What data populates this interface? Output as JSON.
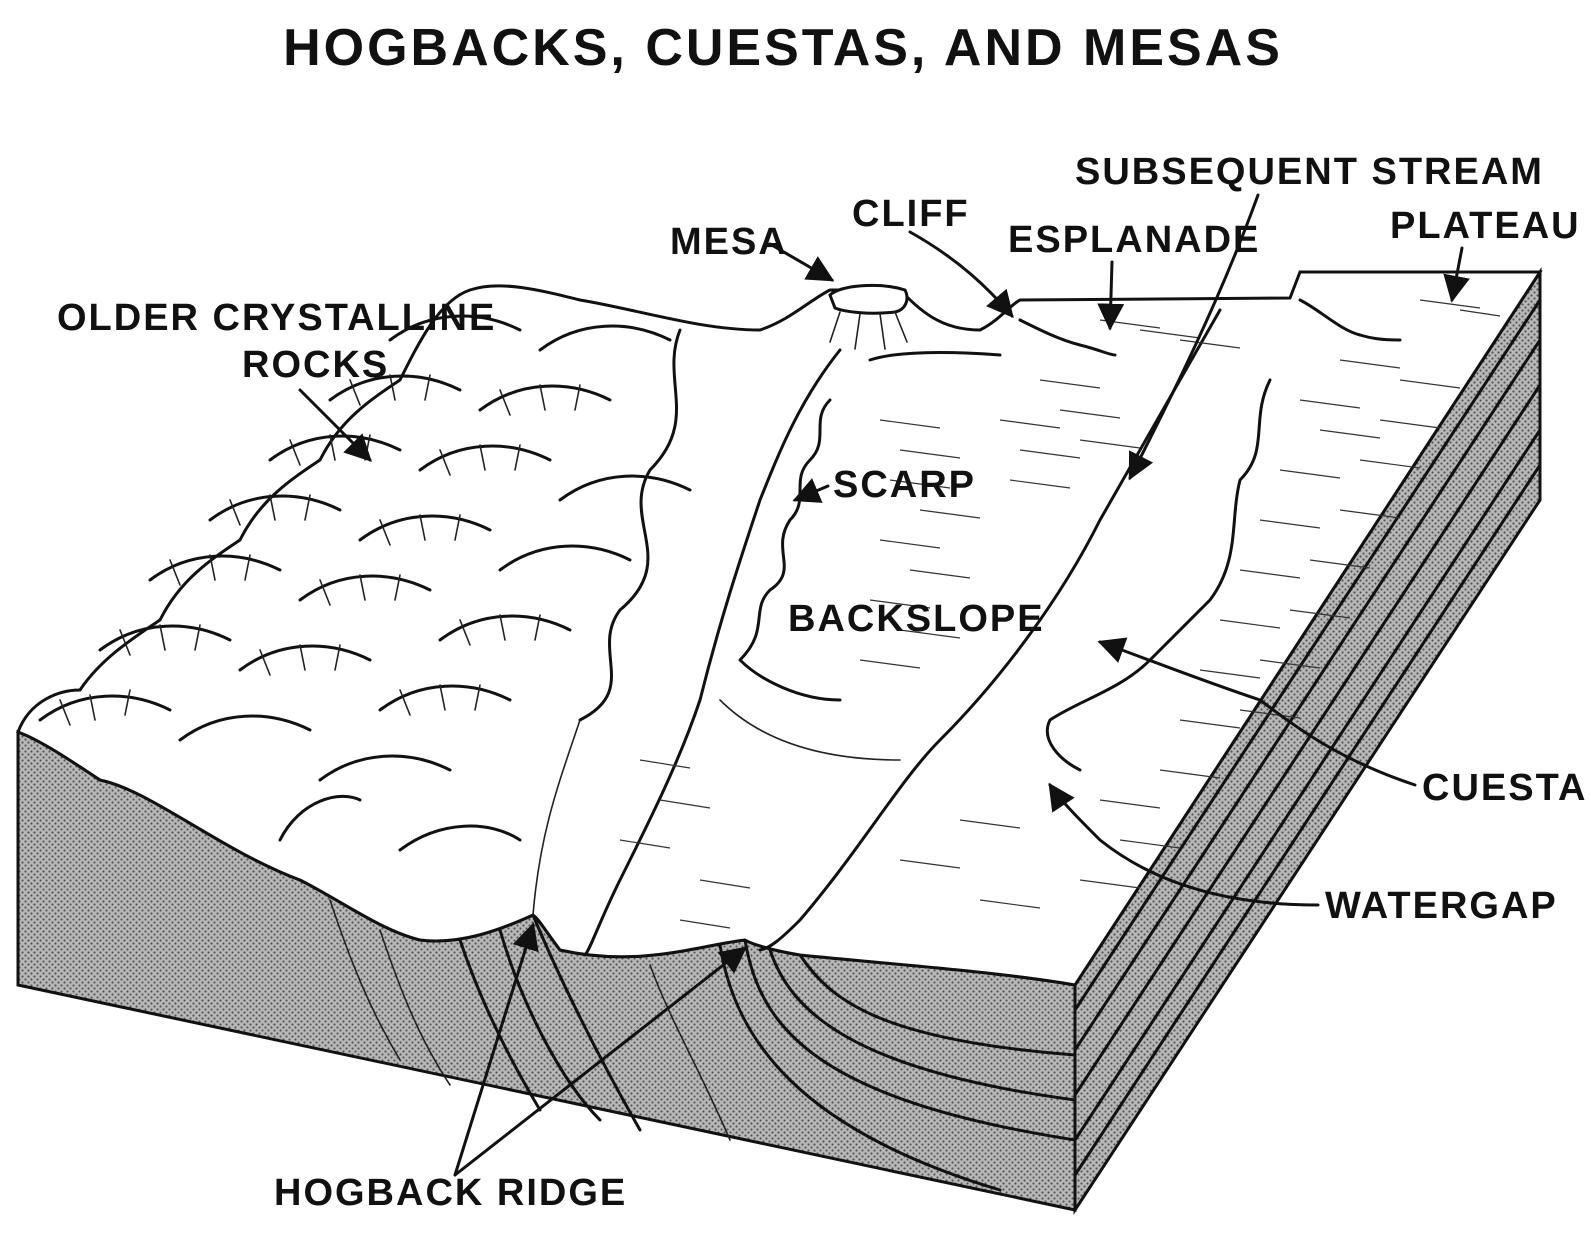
{
  "diagram": {
    "title": "HOGBACKS, CUESTAS, AND MESAS",
    "labels": {
      "mesa": "MESA",
      "cliff": "CLIFF",
      "esplanade": "ESPLANADE",
      "subsequent_stream": "SUBSEQUENT STREAM",
      "plateau": "PLATEAU",
      "older_crystalline_line1": "OLDER CRYSTALLINE",
      "older_crystalline_line2": "ROCKS",
      "scarp": "SCARP",
      "backslope": "BACKSLOPE",
      "cuesta": "CUESTA",
      "watergap": "WATERGAP",
      "hogback_ridge": "HOGBACK RIDGE"
    },
    "colors": {
      "ink": "#111111",
      "cross_section_fill": "#9a9a9a",
      "paper": "#ffffff"
    }
  }
}
